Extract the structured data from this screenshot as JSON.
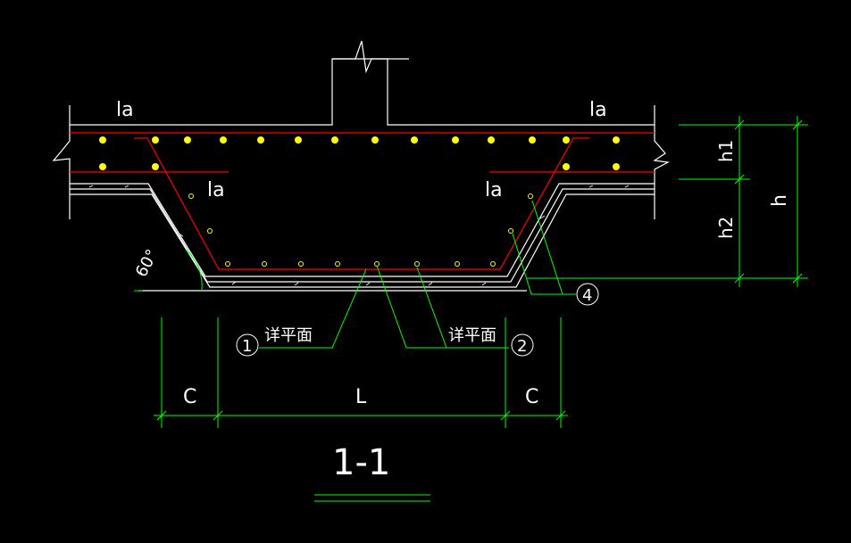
{
  "drawing": {
    "section_title": "1-1",
    "colors": {
      "background": "#000000",
      "outline": "#ffffff",
      "rebar_line": "#ff0000",
      "rebar_dot": "#ffff00",
      "stirrup_dot": "#ffff00",
      "dimension": "#00ff00",
      "text": "#ffffff"
    }
  },
  "labels": {
    "anchorage_top_left": "la",
    "anchorage_top_right": "la",
    "anchorage_mid_left": "la",
    "anchorage_mid_right": "la",
    "angle": "60°",
    "detail_note_1": "详平面",
    "detail_note_2": "详平面",
    "callout_1": "1",
    "callout_2": "2",
    "callout_4": "4"
  },
  "dimensions": {
    "left_offset": "C",
    "span": "L",
    "right_offset": "C",
    "thickness_upper": "h1",
    "thickness_lower": "h2",
    "total_depth": "h"
  }
}
